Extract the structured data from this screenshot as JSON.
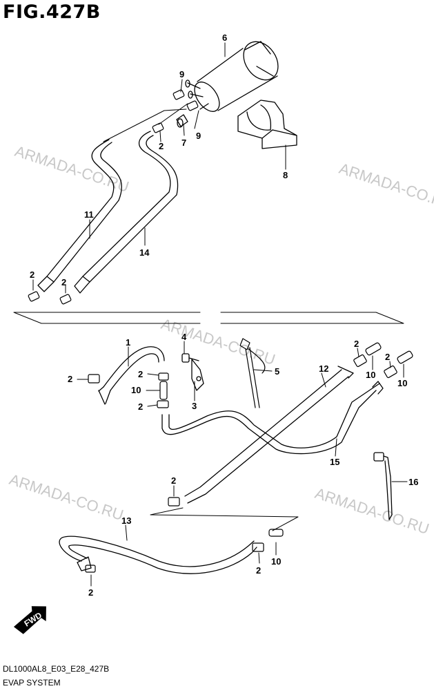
{
  "figure": {
    "title": "FIG.427B",
    "code": "DL1000AL8_E03_E28_427B",
    "subtitle": "EVAP SYSTEM"
  },
  "watermark": "ARMADA-CO.RU",
  "direction_label": "FWD",
  "parts": [
    {
      "num": "1"
    },
    {
      "num": "2"
    },
    {
      "num": "3"
    },
    {
      "num": "4"
    },
    {
      "num": "5"
    },
    {
      "num": "6"
    },
    {
      "num": "7"
    },
    {
      "num": "8"
    },
    {
      "num": "9"
    },
    {
      "num": "10"
    },
    {
      "num": "11"
    },
    {
      "num": "12"
    },
    {
      "num": "13"
    },
    {
      "num": "14"
    },
    {
      "num": "15"
    },
    {
      "num": "16"
    }
  ],
  "colors": {
    "line": "#000000",
    "watermark": "#c8c8c8",
    "background": "#ffffff"
  }
}
